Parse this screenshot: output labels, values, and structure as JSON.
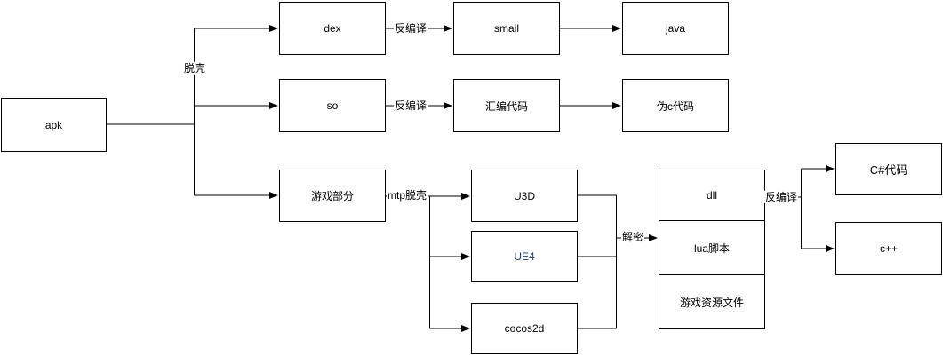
{
  "diagram": {
    "nodes": {
      "apk": {
        "label": "apk"
      },
      "dex": {
        "label": "dex"
      },
      "smail": {
        "label": "smail"
      },
      "java": {
        "label": "java"
      },
      "so": {
        "label": "so"
      },
      "asm_code": {
        "label": "汇编代码"
      },
      "pseudo_c_code": {
        "label": "伪c代码"
      },
      "game_part": {
        "label": "游戏部分"
      },
      "u3d": {
        "label": "U3D"
      },
      "ue4": {
        "label": "UE4"
      },
      "cocos2d": {
        "label": "cocos2d"
      },
      "dll": {
        "label": "dll"
      },
      "lua_script": {
        "label": "lua脚本"
      },
      "game_resources": {
        "label": "游戏资源文件"
      },
      "csharp_code": {
        "label": "C#代码"
      },
      "cpp": {
        "label": "c++"
      }
    },
    "edge_labels": {
      "unpack": "脱壳",
      "decompile_dex": "反编译",
      "decompile_so": "反编译",
      "mtp_unpack": "mtp脱壳",
      "decrypt": "解密",
      "decompile_dll": "反编译"
    },
    "colors": {
      "background": "#ffffff",
      "line": "#000000",
      "node_border": "#000000",
      "node_fill": "#ffffff",
      "text": "#000000",
      "ue4_text": "#1f3864"
    }
  }
}
